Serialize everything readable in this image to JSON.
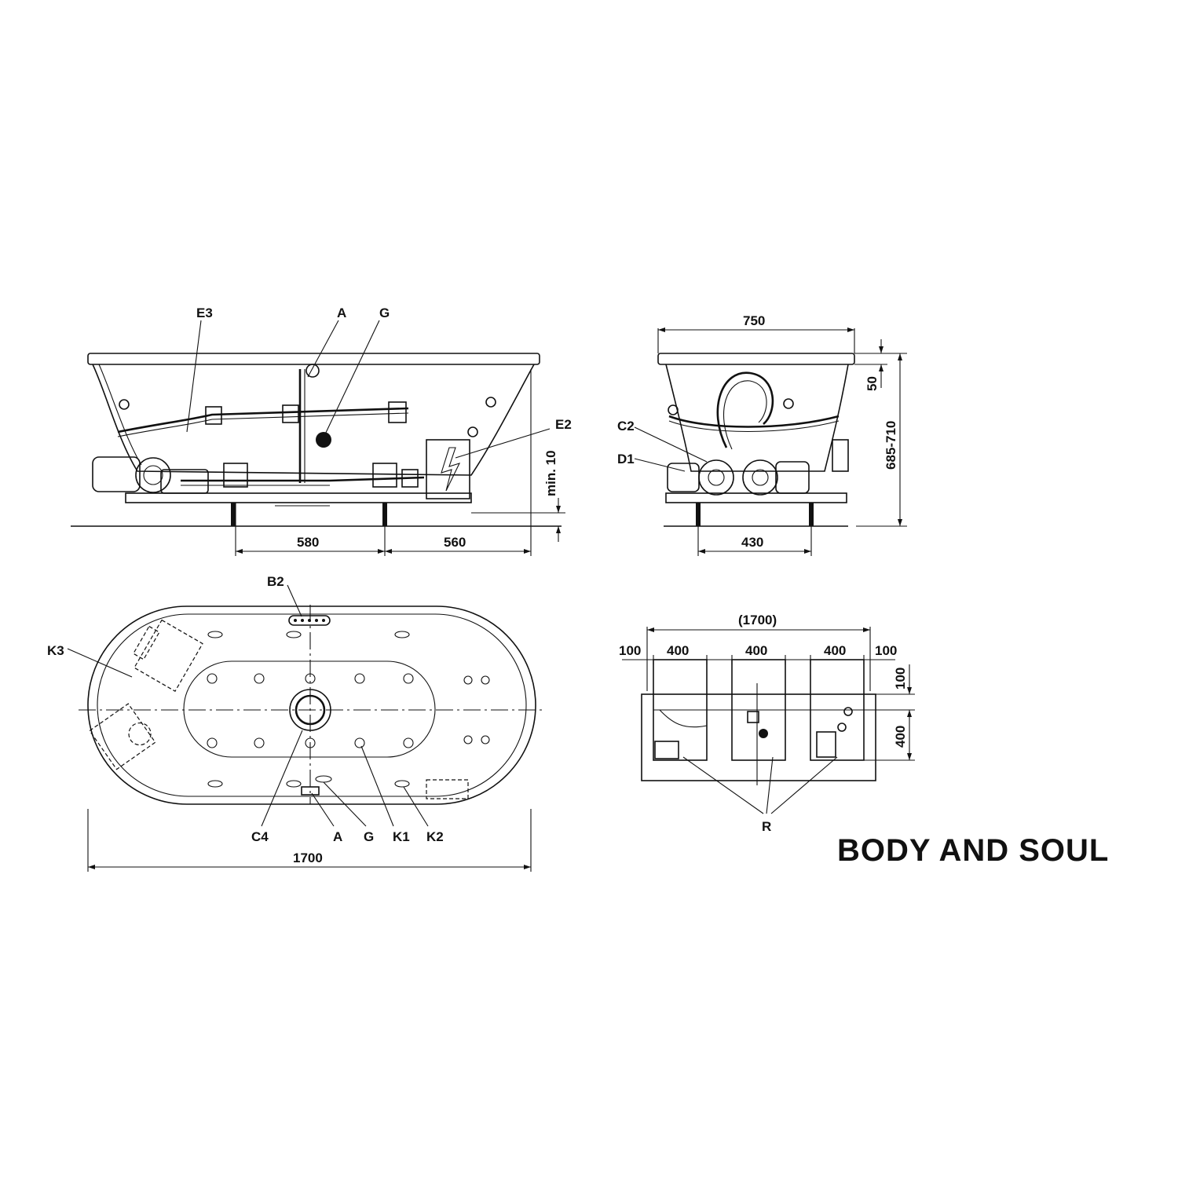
{
  "brand": "BODY AND SOUL",
  "side_view": {
    "labels": {
      "e3": "E3",
      "a": "A",
      "g": "G",
      "e2": "E2"
    },
    "dims": {
      "d580": "580",
      "d560": "560",
      "min10": "min. 10"
    }
  },
  "end_view": {
    "labels": {
      "c2": "C2",
      "d1": "D1"
    },
    "dims": {
      "d750": "750",
      "d50": "50",
      "d685": "685-710",
      "d430": "430"
    }
  },
  "top_view": {
    "labels": {
      "b2": "B2",
      "k3": "K3",
      "c4": "C4",
      "a": "A",
      "g": "G",
      "k1": "K1",
      "k2": "K2"
    },
    "dims": {
      "d1700": "1700"
    }
  },
  "access_view": {
    "labels": {
      "r": "R"
    },
    "dims": {
      "total": "(1700)",
      "m1": "100",
      "p1": "400",
      "p2": "400",
      "p3": "400",
      "m2": "100",
      "h100": "100",
      "h400": "400"
    }
  }
}
